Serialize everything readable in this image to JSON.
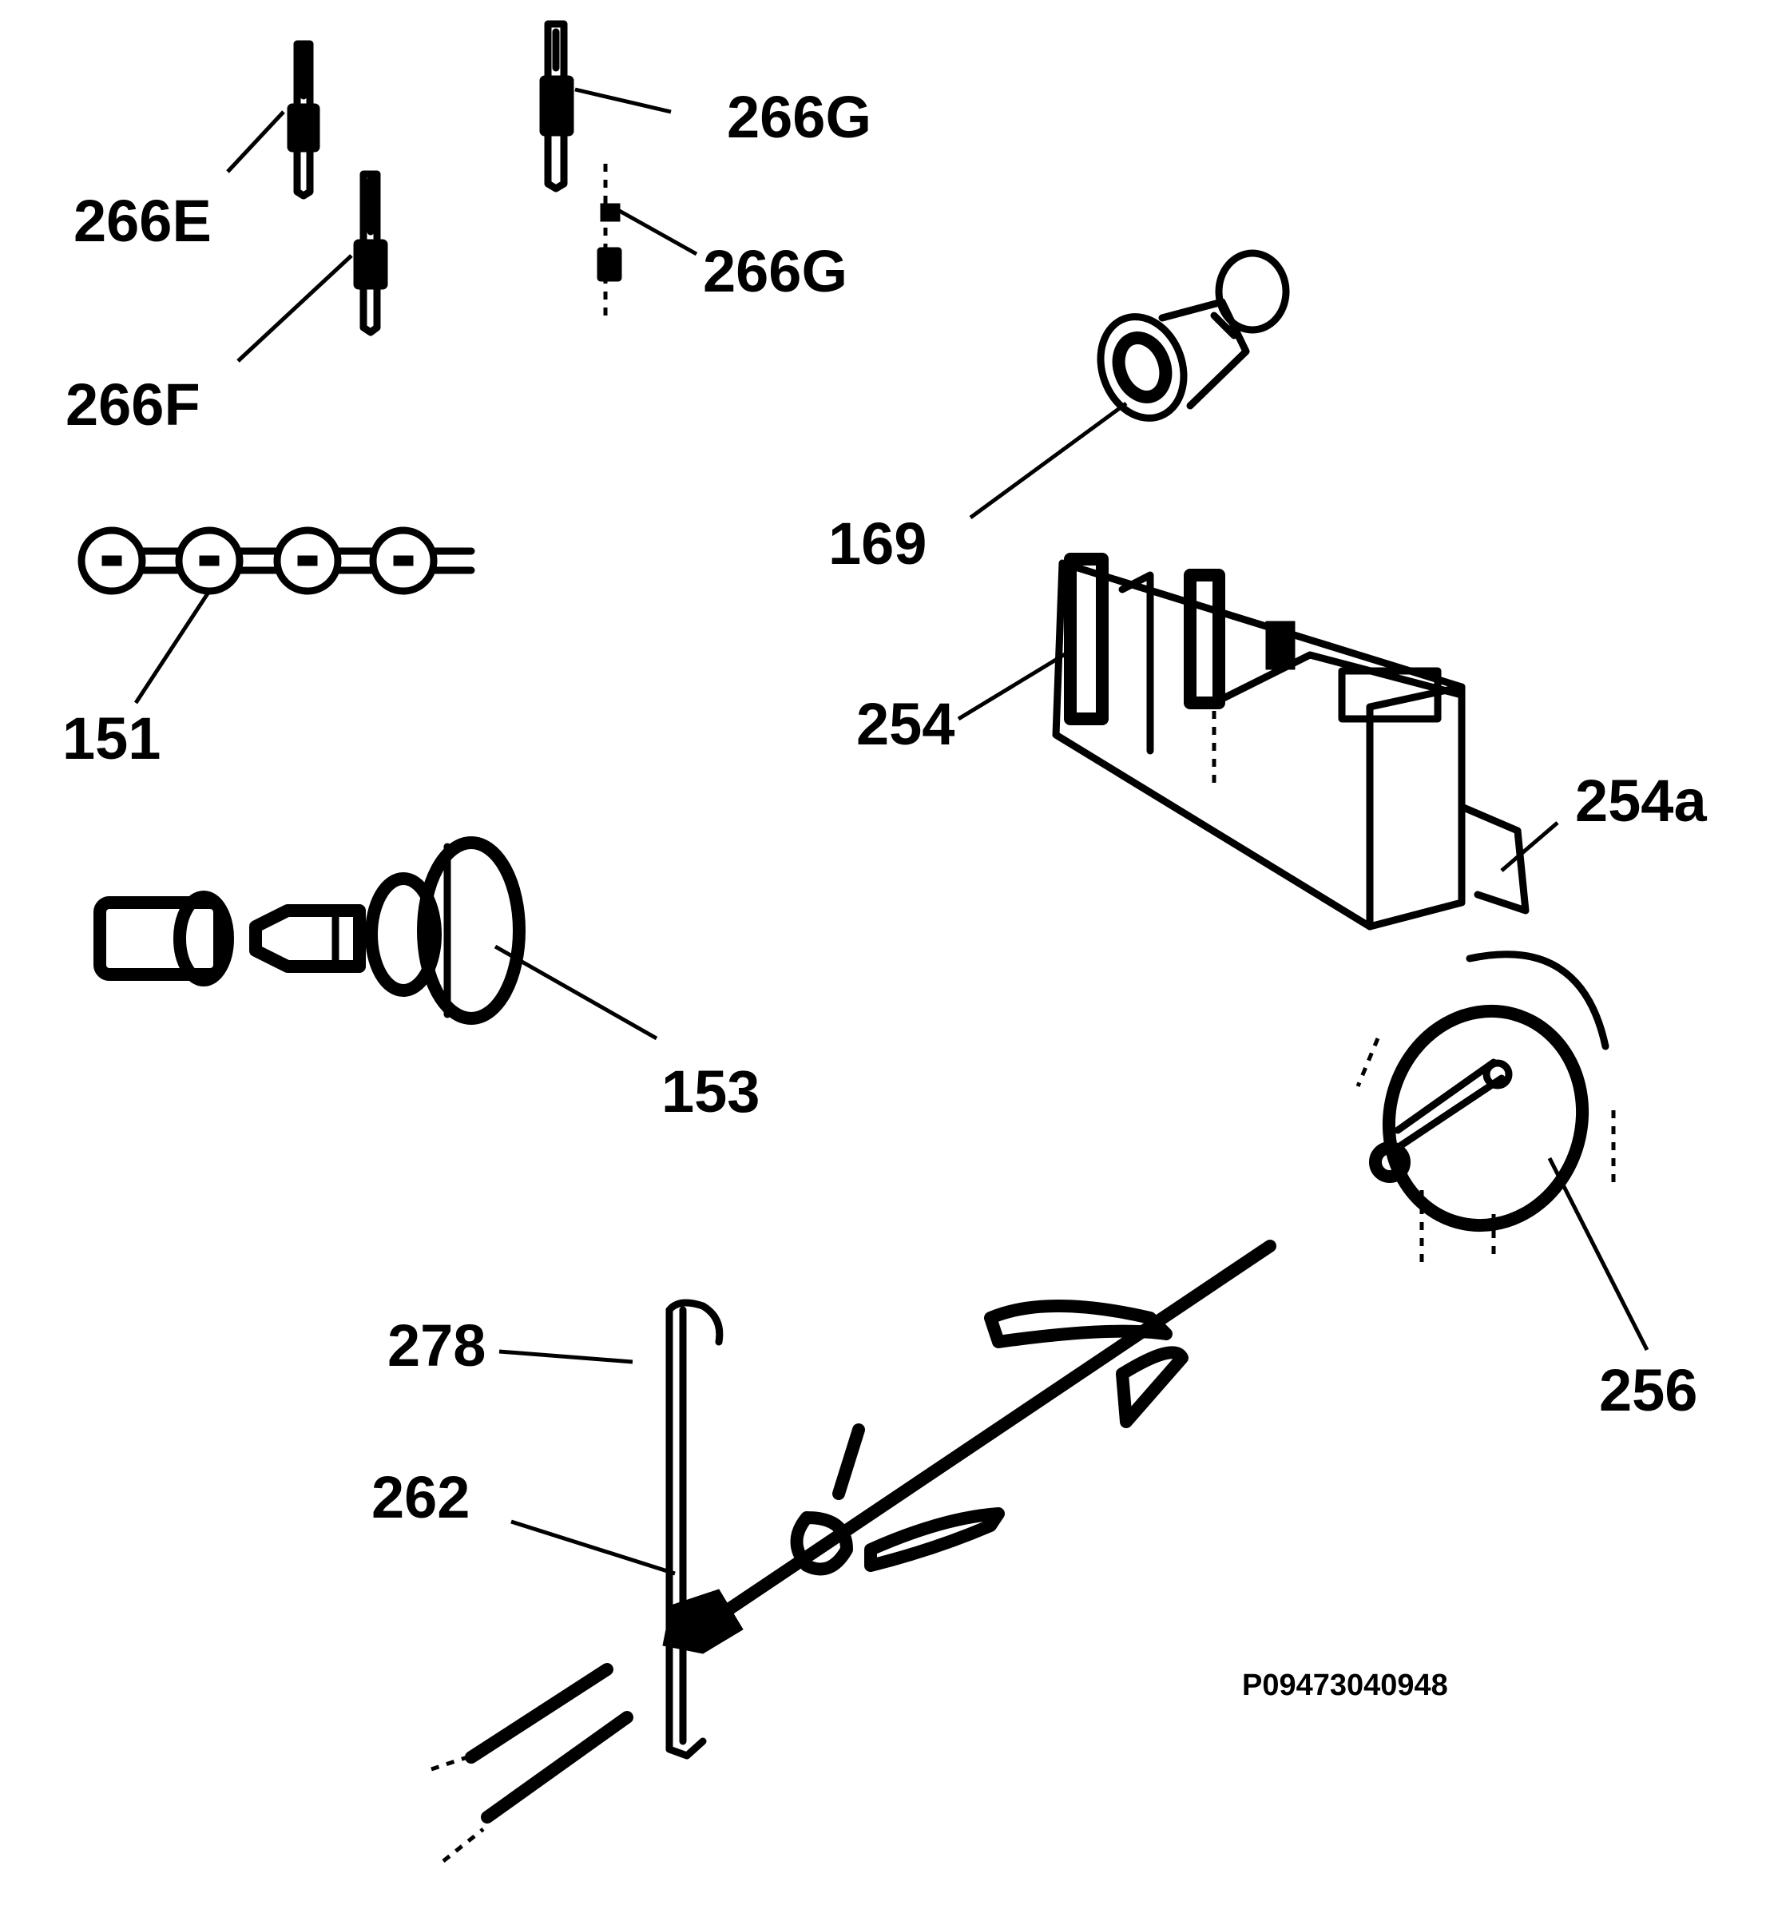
{
  "labels": {
    "p266E": "266E",
    "p266G_top": "266G",
    "p266G_mid": "266G",
    "p266F": "266F",
    "p169": "169",
    "p151": "151",
    "p254": "254",
    "p254a": "254a",
    "p153": "153",
    "p256": "256",
    "p278": "278",
    "p262": "262"
  },
  "drawing_code": "P09473040948"
}
